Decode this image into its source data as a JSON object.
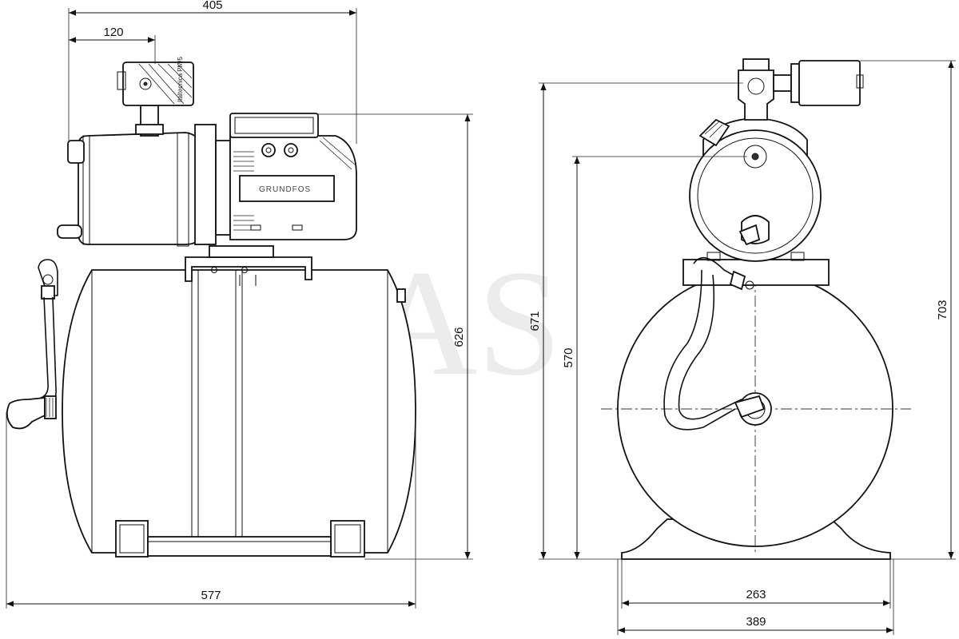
{
  "watermark": "AS",
  "side_view": {
    "dimensions": {
      "overall_width": "405",
      "switch_offset": "120",
      "height_to_pump": "626",
      "tank_length": "577"
    },
    "pressure_switch_label": "Italtecnica PM/5",
    "brand_label": "GRUNDFOS"
  },
  "front_view": {
    "dimensions": {
      "total_height_left": "671",
      "inlet_height": "570",
      "total_height_right": "703",
      "foot_inner_width": "263",
      "foot_outer_width": "389"
    }
  }
}
